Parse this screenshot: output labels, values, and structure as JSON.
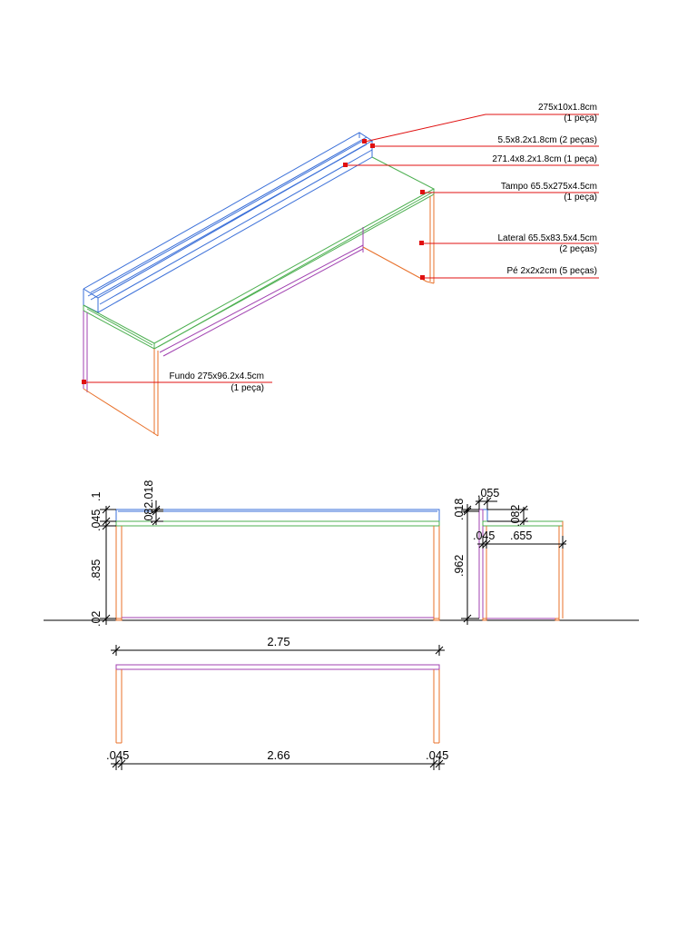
{
  "colors": {
    "shelf": "#3a6fd8",
    "top": "#4caf50",
    "legs": "#e8702a",
    "back": "#a040b0",
    "leader": "#e01010",
    "dimension": "#000000"
  },
  "isometric_labels": {
    "shelf_top": {
      "line1": "275x10x1.8cm",
      "line2": "(1 peça)"
    },
    "shelf_side": {
      "line1": "5.5x8.2x1.8cm (2 peças)"
    },
    "shelf_back": {
      "line1": "271.4x8.2x1.8cm (1 peça)"
    },
    "tampo": {
      "line1": "Tampo 65.5x275x4.5cm",
      "line2": "(1 peça)"
    },
    "lateral": {
      "line1": "Lateral 65.5x83.5x4.5cm",
      "line2": "(2 peças)"
    },
    "pe": {
      "line1": "Pé 2x2x2cm (5 peças)"
    },
    "fundo": {
      "line1": "Fundo 275x96.2x4.5cm",
      "line2": "(1 peça)"
    }
  },
  "front_view": {
    "dims": {
      "d_02": ".02",
      "d_835": ".835",
      "d_045": ".045",
      "d_1": ".1",
      "d_082": ".082",
      "d_018": ".018"
    }
  },
  "side_view": {
    "dims": {
      "d_018": ".018",
      "d_962": ".962",
      "d_055": ".055",
      "d_082": ".082",
      "d_045": ".045",
      "d_655": ".655"
    }
  },
  "plan_view": {
    "dims": {
      "total": "2.75",
      "inner": "2.66",
      "left": ".045",
      "right": ".045"
    }
  }
}
